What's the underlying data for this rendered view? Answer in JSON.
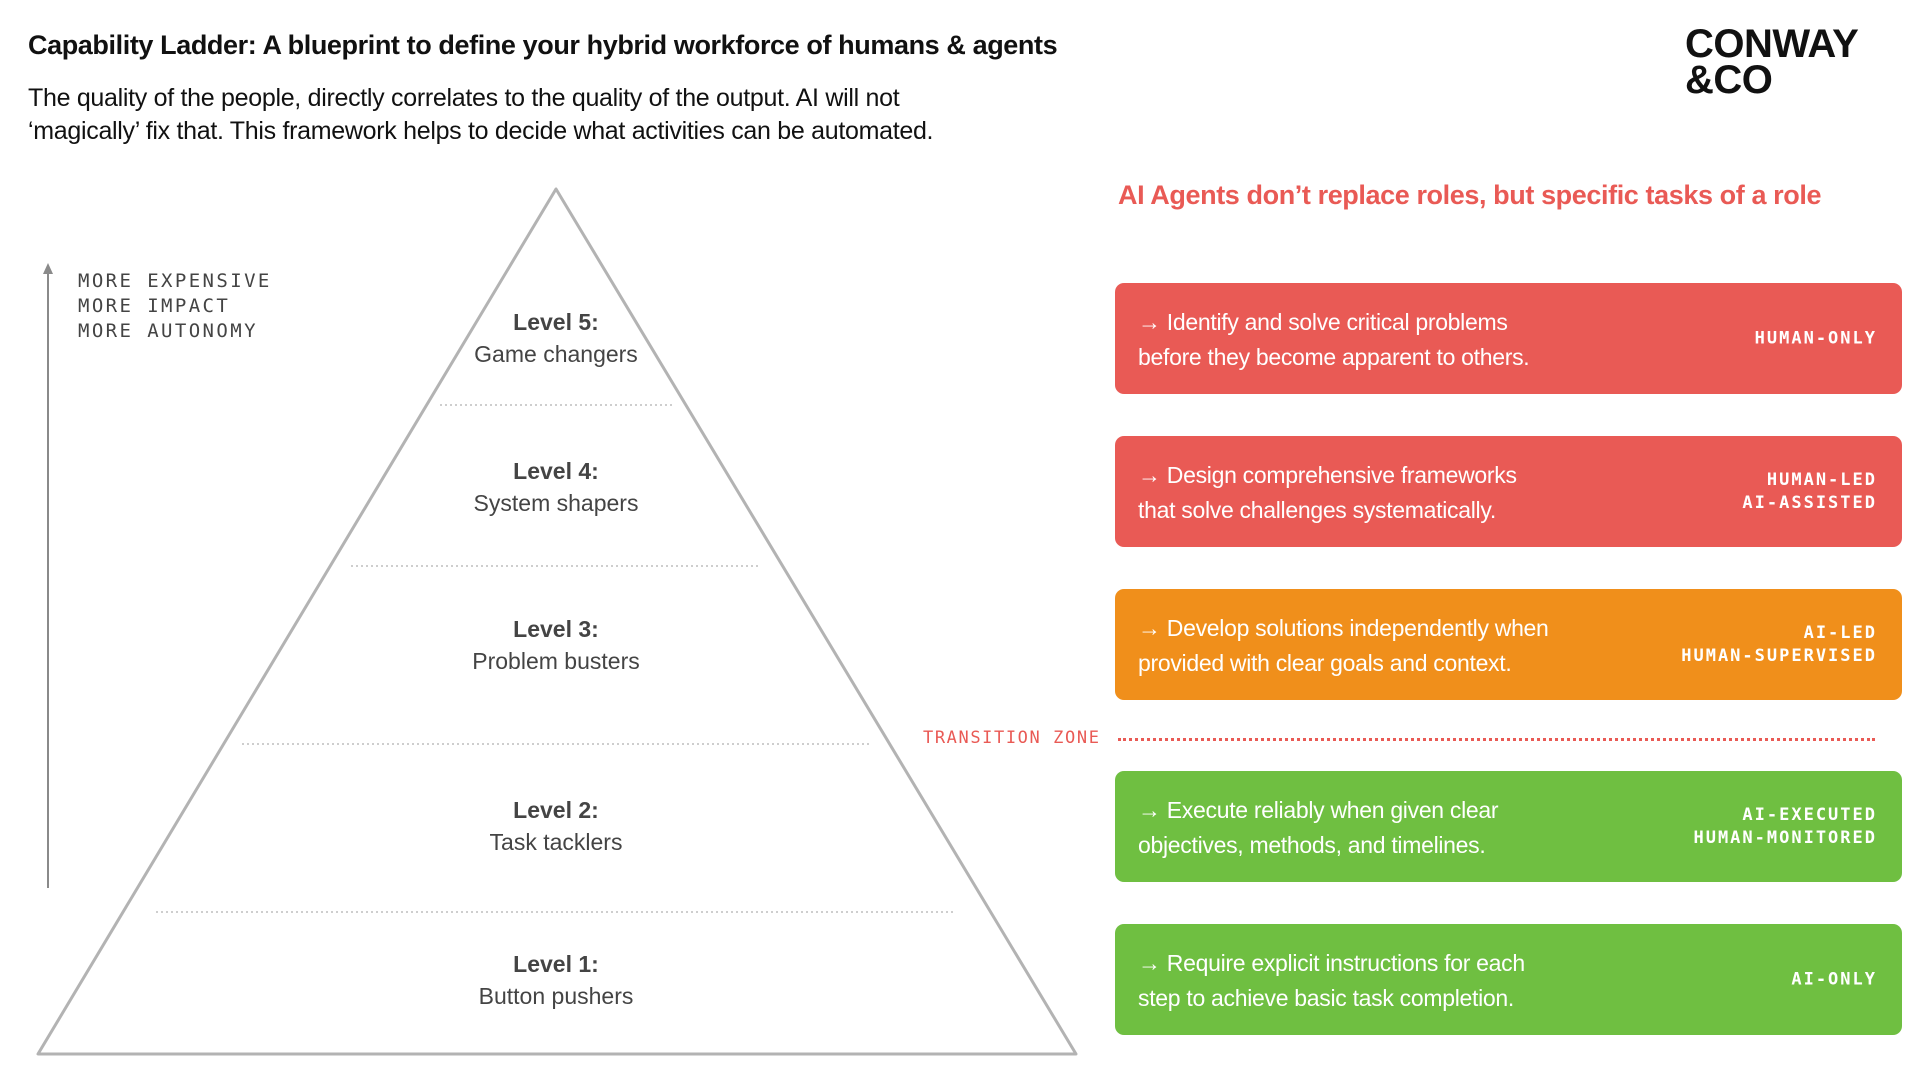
{
  "header": {
    "title": "Capability Ladder: A blueprint to define your hybrid workforce of humans & agents",
    "subtitle_line1": "The quality of the people, directly correlates to the quality of the output. AI will not",
    "subtitle_line2": "‘magically’ fix that. This framework helps to decide what activities can be automated."
  },
  "logo": {
    "line1": "CONWAY",
    "line2": "&CO"
  },
  "axis": {
    "labels": [
      "MORE EXPENSIVE",
      "MORE IMPACT",
      "MORE AUTONOMY"
    ]
  },
  "pyramid": {
    "levels": [
      {
        "number": "Level 5:",
        "name": "Game changers"
      },
      {
        "number": "Level 4:",
        "name": "System shapers"
      },
      {
        "number": "Level 3:",
        "name": "Problem busters"
      },
      {
        "number": "Level 2:",
        "name": "Task tacklers"
      },
      {
        "number": "Level 1:",
        "name": "Button pushers"
      }
    ]
  },
  "right_panel": {
    "heading": "AI Agents don’t replace roles, but specific tasks of a role",
    "transition_label": "TRANSITION ZONE",
    "cards": [
      {
        "line1": "→ Identify and solve critical problems",
        "line2": "before they become apparent to others.",
        "tag1": "HUMAN-ONLY",
        "tag2": "",
        "color": "#e95a55"
      },
      {
        "line1": "→ Design comprehensive frameworks",
        "line2": "that solve challenges systematically.",
        "tag1": "HUMAN-LED",
        "tag2": "AI-ASSISTED",
        "color": "#e95a55"
      },
      {
        "line1": "→ Develop solutions independently when",
        "line2": "provided with clear goals and context.",
        "tag1": "AI-LED",
        "tag2": "HUMAN-SUPERVISED",
        "color": "#f08f1b"
      },
      {
        "line1": "→ Execute reliably when given clear",
        "line2": "objectives, methods, and timelines.",
        "tag1": "AI-EXECUTED",
        "tag2": "HUMAN-MONITORED",
        "color": "#6fbf41"
      },
      {
        "line1": "→ Require explicit instructions for each",
        "line2": "step to achieve basic task completion.",
        "tag1": "AI-ONLY",
        "tag2": "",
        "color": "#6fbf41"
      }
    ]
  },
  "colors": {
    "accent_red": "#e95a55",
    "accent_orange": "#f08f1b",
    "accent_green": "#6fbf41",
    "pyramid_stroke": "#b3b3b3",
    "divider": "#bdbdbd"
  }
}
